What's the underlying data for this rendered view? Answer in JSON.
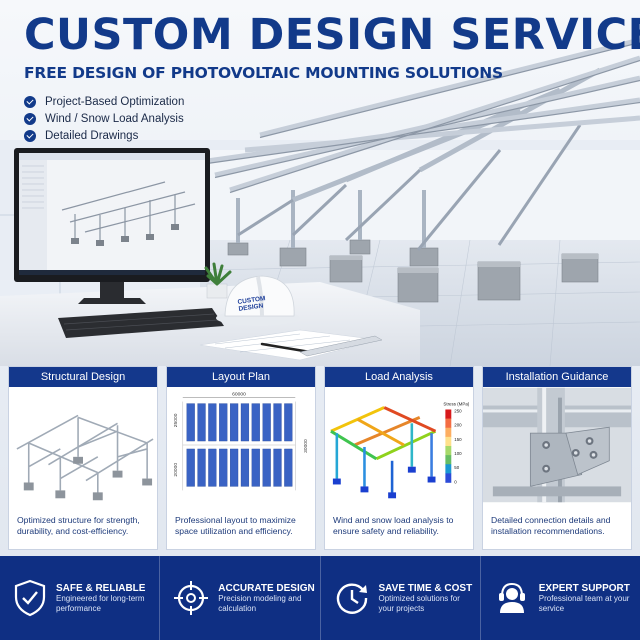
{
  "hero": {
    "title": "CUSTOM DESIGN SERVICE",
    "subtitle": "FREE DESIGN OF PHOTOVOLTAIC MOUNTING SOLUTIONS",
    "bullets": [
      "Project-Based Optimization",
      "Wind / Snow Load Analysis",
      "Detailed Drawings"
    ]
  },
  "hardhat": {
    "line1": "CUSTOM",
    "line2": "DESIGN"
  },
  "cards": [
    {
      "title": "Structural Design",
      "text": "Optimized structure for strength, durability, and cost-efficiency."
    },
    {
      "title": "Layout Plan",
      "text": "Professional layout to maximize space utilization and efficiency.",
      "dimensions": {
        "top": "60000",
        "left_top": "25000",
        "left_bottom": "20000",
        "right": "30000"
      }
    },
    {
      "title": "Load Analysis",
      "text": "Wind and snow load analysis to ensure safety and reliability.",
      "legend_title": "Stress (MPa)",
      "legend_ticks": [
        "250",
        "200",
        "150",
        "100",
        "50",
        "0"
      ]
    },
    {
      "title": "Installation Guidance",
      "text": "Detailed connection details and installation recommendations."
    }
  ],
  "features": [
    {
      "icon": "shield-check-icon",
      "title": "SAFE & RELIABLE",
      "desc": "Engineered for long-term performance"
    },
    {
      "icon": "crosshair-icon",
      "title": "ACCURATE DESIGN",
      "desc": "Precision modeling and calculation"
    },
    {
      "icon": "clock-icon",
      "title": "SAVE TIME & COST",
      "desc": "Optimized solutions for your projects"
    },
    {
      "icon": "headset-icon",
      "title": "EXPERT SUPPORT",
      "desc": "Professional team at your service"
    }
  ],
  "colors": {
    "brand_blue": "#123a8a",
    "band_blue": "#0f2f83",
    "steel": "#a9b4c2"
  }
}
